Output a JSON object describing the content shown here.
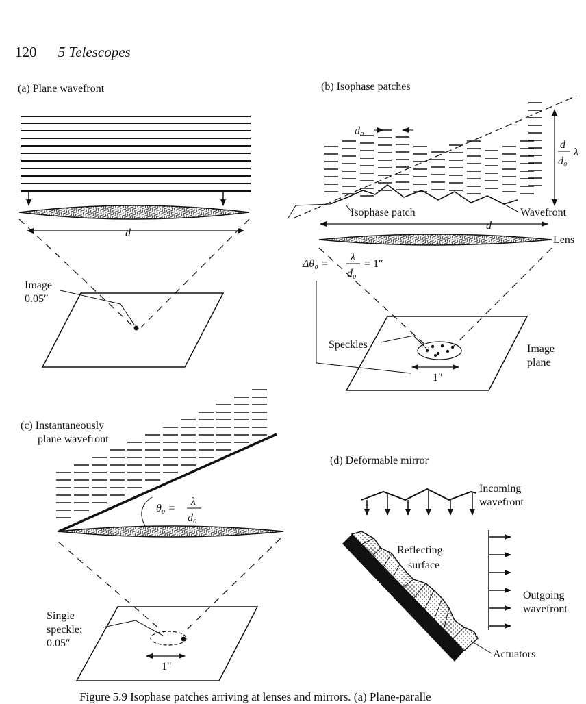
{
  "header": {
    "page_number": "120",
    "chapter": "5  Telescopes"
  },
  "panels": {
    "a": {
      "title": "(a) Plane wavefront",
      "aperture_label": "d",
      "image_label_line1": "Image",
      "image_label_line2": "0.05″"
    },
    "b": {
      "title": "(b) Isophase patches",
      "patch_size_label": "d₀",
      "isophase_patch_label": "Isophase patch",
      "wavefront_label": "Wavefront",
      "aperture_label": "d",
      "lens_label": "Lens",
      "ratio_num": "d",
      "ratio_den": "d₀",
      "ratio_suffix": "λ",
      "angle_prefix": "Δθ₀ =",
      "angle_num": "λ",
      "angle_den": "d₀",
      "angle_suffix": "= 1″",
      "speckles_label": "Speckles",
      "image_plane_line1": "Image",
      "image_plane_line2": "plane",
      "scale_label": "1″"
    },
    "c": {
      "title_line1": "(c) Instantaneously",
      "title_line2": "plane wavefront",
      "angle_prefix": "θ₀ =",
      "angle_num": "λ",
      "angle_den": "d₀",
      "speckle_line1": "Single",
      "speckle_line2": "speckle:",
      "speckle_line3": "0.05″",
      "scale_label": "1″"
    },
    "d": {
      "title": "(d) Deformable mirror",
      "incoming_line1": "Incoming",
      "incoming_line2": "wavefront",
      "reflecting_line1": "Reflecting",
      "reflecting_line2": "surface",
      "outgoing_line1": "Outgoing",
      "outgoing_line2": "wavefront",
      "actuators_label": "Actuators"
    }
  },
  "caption": "Figure 5.9  Isophase patches arriving at lenses and mirrors. (a) Plane-paralle"
}
